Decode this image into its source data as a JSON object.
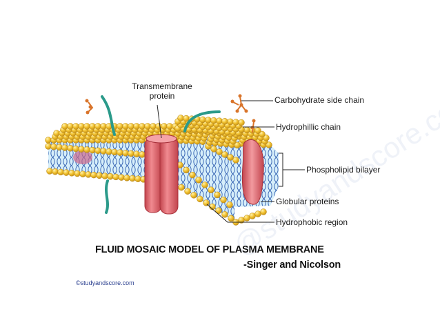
{
  "labels": {
    "transmembrane_line1": "Transmembrane",
    "transmembrane_line2": "protein",
    "carbohydrate": "Carbohydrate side chain",
    "hydrophillic": "Hydrophillic chain",
    "phospholipid": "Phospholipid bilayer",
    "globular": "Globular proteins",
    "hydrophobic": "Hydrophobic region"
  },
  "title": "FLUID MOSAIC MODEL OF PLASMA MEMBRANE",
  "subtitle": "-Singer and Nicolson",
  "credit": "©studyandscore.com",
  "watermark": "@studyandscore.com",
  "colors": {
    "head": "#f2c230",
    "head_dark": "#c8951a",
    "tail": "#1f4fa8",
    "bilayer_bg": "#d6eefa",
    "protein": "#e8666e",
    "protein_dark": "#c2444d",
    "carb_stem": "#2b9a8a",
    "carb_dot": "#d9742a"
  }
}
